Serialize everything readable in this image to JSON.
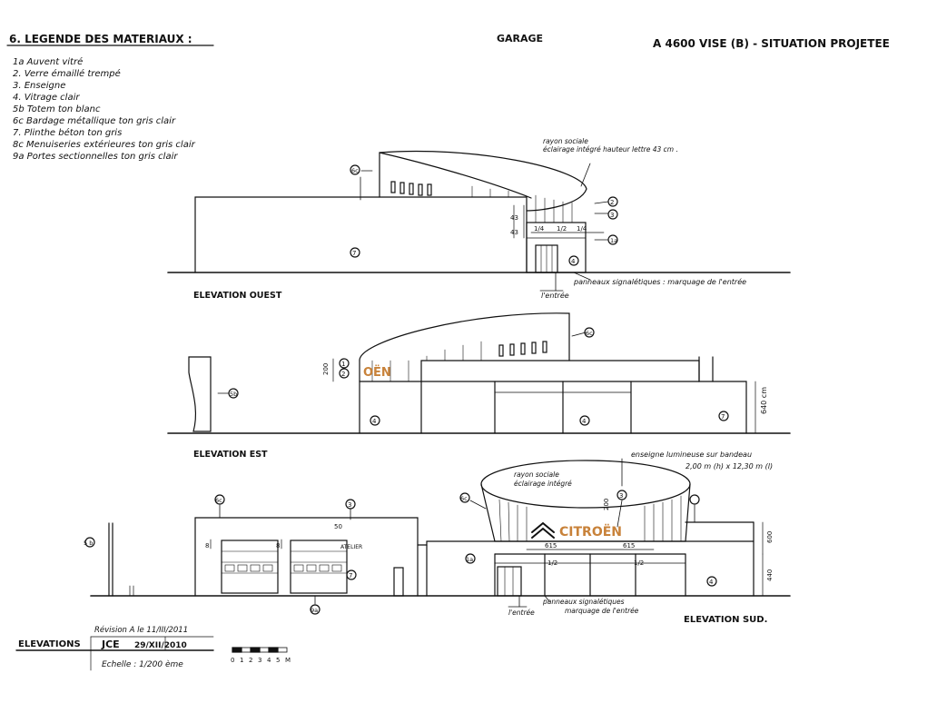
{
  "header": {
    "title_left": "6. LEGENDE DES MATERIAUX :",
    "title_center": "GARAGE",
    "title_right": "A 4600 VISE (B) - SITUATION PROJETEE"
  },
  "legend": [
    "1a  Auvent vitré",
    "2.  Verre émaillé trempé",
    "3.  Enseigne",
    "4.  Vitrage clair",
    "5b  Totem ton blanc",
    "6c  Bardage métallique ton gris clair",
    "7.  Plinthe béton ton gris",
    "8c  Menuiseries extérieures ton gris clair",
    "9a  Portes sectionnelles ton gris clair"
  ],
  "elev_ouest": {
    "title": "ELEVATION OUEST",
    "ann_top_1": "rayon sociale",
    "ann_top_2": "éclairage intégré  hauteur lettre 43 cm .",
    "ann_bottom": "panneaux signalétiques : marquage de l'entrée",
    "ann_entree": "l'entrée",
    "tag_6c": "6c",
    "tag_2": "2",
    "tag_3": "3",
    "tag_1a": "1a",
    "tag_4": "4",
    "tag_7": "7",
    "dim_a": "1/4",
    "dim_b": "1/2",
    "dim_c": "1/4",
    "dim_v1": "43",
    "dim_v2": "43"
  },
  "elev_est": {
    "title": "ELEVATION EST",
    "sign_text": "OËN",
    "tag_6c": "6c",
    "tag_1": "1",
    "tag_2": "2",
    "tag_4a": "4",
    "tag_4b": "4",
    "tag_7": "7",
    "tag_5b": "5b",
    "dim_left": "200",
    "dim_right": "640 cm"
  },
  "elev_sud": {
    "title": "ELEVATION SUD.",
    "sign_text": "CITROËN",
    "ann_sign_1": "enseigne lumineuse sur bandeau",
    "ann_sign_2": "2,00 m (h) x 12,30 m (l)",
    "ann_rayon_1": "rayon sociale",
    "ann_rayon_2": "éclairage intégré",
    "ann_bottom_1": "panneaux signalétiques",
    "ann_bottom_2": "marquage de l'entrée",
    "ann_entree": "l'entrée",
    "ann_atelier": "ATELIER",
    "tag_6c_a": "6c",
    "tag_6c_b": "6c",
    "tag_3a": "3",
    "tag_3b": "3",
    "tag_5b": "5 b",
    "tag_1a": "1a",
    "tag_4": "4",
    "tag_7": "7",
    "tag_9a": "9a",
    "tag_8": "8",
    "tag_8b": "8",
    "dim_615a": "615",
    "dim_615b": "615",
    "dim_half_a": "1/2",
    "dim_half_b": "1/2",
    "dim_600": "600",
    "dim_440": "440",
    "dim_50": "50",
    "dim_200": "200"
  },
  "footer": {
    "revision": "Révision A le 11/III/2011",
    "elevations": "ELEVATIONS",
    "author": "JCE",
    "date": "29/XII/2010",
    "scale": "Echelle : 1/200 ème",
    "scale_ticks": [
      "0",
      "1",
      "2",
      "3",
      "4",
      "5",
      "M"
    ]
  },
  "colors": {
    "sign": "#c8823a",
    "ink": "#111111"
  }
}
